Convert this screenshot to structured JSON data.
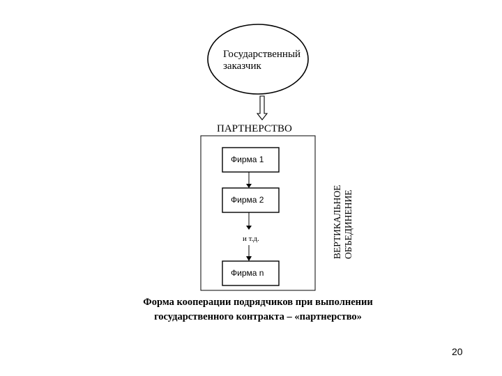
{
  "diagram": {
    "customer": {
      "line1": "Государственный",
      "line2": "заказчик"
    },
    "partnership_label": "ПАРТНЕРСТВО",
    "firms": [
      "Фирма 1",
      "Фирма 2",
      "Фирма n"
    ],
    "etc_label": "и т.д.",
    "vertical_label": {
      "line1": "ВЕРТИКАЛЬНОЕ",
      "line2": "ОБЪЕДИНЕНИЕ"
    }
  },
  "caption": {
    "line1": "Форма кооперации подрядчиков при выполнении",
    "line2": "государственного контракта – «партнерство»"
  },
  "page_number": "20"
}
